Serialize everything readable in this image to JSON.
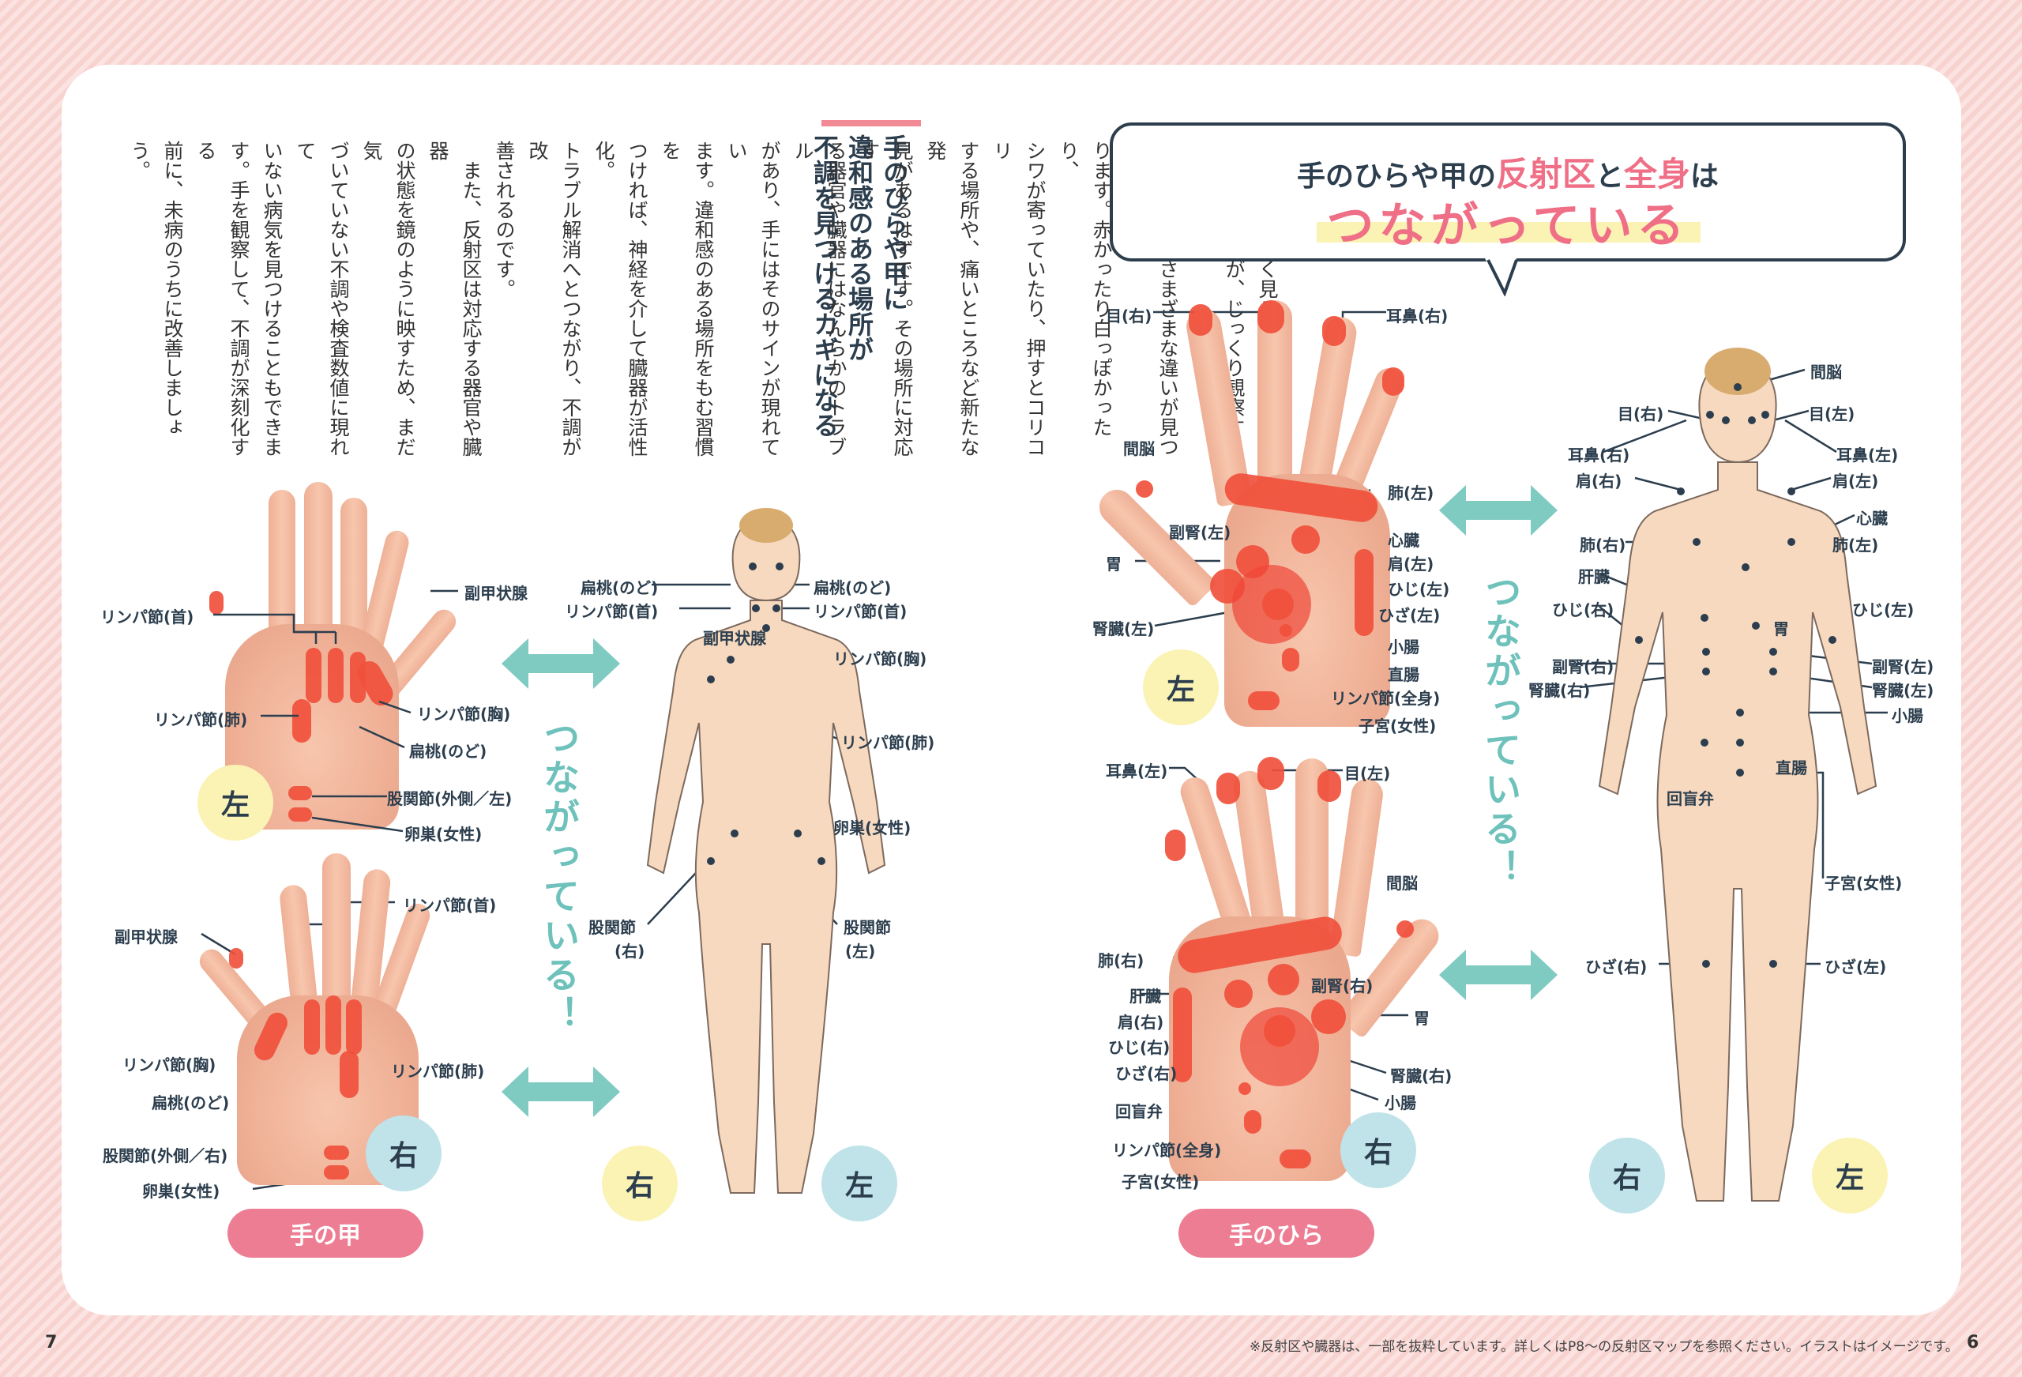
{
  "left_page": {
    "heading": [
      "手のひらや甲に",
      "違和感のある場所が",
      "不調を見つけるカギになる"
    ],
    "body_columns": [
      "普段あまりよく見ることのない手の",
      "ひらや甲ですが、じっくり観察すると、",
      "場所によってさまざまな違いが見つか",
      "ります。赤かったり白っぽかったり、",
      "シワが寄っていたり、押すとコリコリ",
      "する場所や、痛いところなど新たな発",
      "見があるはずです。その場所に対応す",
      "る器官や臓器にはなんらかのトラブル",
      "があり、手にはそのサインが現れてい",
      "ます。違和感のある場所をもむ習慣を",
      "つければ、神経を介して臓器が活性化。",
      "トラブル解消へとつながり、不調が改",
      "善されるのです。",
      "　また、反射区は対応する器官や臓器",
      "の状態を鏡のように映すため、まだ気",
      "づいていない不調や検査数値に現れて",
      "いない病気を見つけることもできま",
      "す。手を観察して、不調が深刻化する",
      "前に、未病のうちに改善しましょう。"
    ],
    "back_left": {
      "labels": [
        "リンパ節(首)",
        "副甲状腺",
        "リンパ節(肺)",
        "リンパ節(胸)",
        "扁桃(のど)",
        "股関節(外側／左)",
        "卵巣(女性)"
      ],
      "badge": "左"
    },
    "back_right": {
      "labels": [
        "リンパ節(首)",
        "副甲状腺",
        "リンパ節(胸)",
        "リンパ節(肺)",
        "扁桃(のど)",
        "股関節(外側／右)",
        "卵巣(女性)"
      ],
      "badge": "右"
    },
    "body_labels": [
      "扁桃(のど)",
      "リンパ節(首)",
      "副甲状腺",
      "扁桃(のど)",
      "リンパ節(首)",
      "リンパ節(胸)",
      "リンパ節(肺)",
      "卵巣(女性)",
      "股関節",
      "(右)",
      "股関節",
      "(左)"
    ],
    "vertical": "つながっている！",
    "body_badges": [
      "右",
      "左"
    ],
    "pill": "手の甲",
    "page_number": "7"
  },
  "right_page": {
    "callout": {
      "line1_a": "手のひらや甲の",
      "line1_b": "反射区",
      "line1_c": "と",
      "line1_d": "全身",
      "line1_e": "は",
      "line2": "つながっている"
    },
    "palm_left": {
      "labels": [
        "目(右)",
        "耳鼻(右)",
        "間脳",
        "肺(左)",
        "副腎(左)",
        "心臓",
        "胃",
        "肩(左)",
        "ひじ(左)",
        "腎臓(左)",
        "ひざ(左)",
        "小腸",
        "直腸",
        "リンパ節(全身)",
        "子宮(女性)"
      ],
      "badge": "左"
    },
    "palm_right": {
      "labels": [
        "耳鼻(左)",
        "目(左)",
        "間脳",
        "肺(右)",
        "肝臓",
        "副腎(右)",
        "胃",
        "肩(右)",
        "ひじ(右)",
        "腎臓(右)",
        "ひざ(右)",
        "小腸",
        "回盲弁",
        "リンパ節(全身)",
        "子宮(女性)"
      ],
      "badge": "右"
    },
    "vertical": "つながっている！",
    "body_labels": [
      "間脳",
      "目(右)",
      "目(左)",
      "耳鼻(右)",
      "耳鼻(左)",
      "肩(右)",
      "肩(左)",
      "心臓",
      "肺(右)",
      "肺(左)",
      "肝臓",
      "ひじ(右)",
      "ひじ(左)",
      "胃",
      "副腎(右)",
      "副腎(左)",
      "腎臓(右)",
      "腎臓(左)",
      "小腸",
      "直腸",
      "回盲弁",
      "子宮(女性)",
      "ひざ(右)",
      "ひざ(左)"
    ],
    "body_badges": [
      "右",
      "左"
    ],
    "pill": "手のひら",
    "page_number": "6",
    "footnote": "※反射区や臓器は、一部を抜粋しています。詳しくはP8〜の反射区マップを参照ください。イラストはイメージです。"
  },
  "colors": {
    "pink": "#ef6f86",
    "teal": "#6ec2bb",
    "red": "#f0503c",
    "navy": "#2c3e4e",
    "yellow": "#fbf3b4",
    "blue": "#bfe3e9"
  }
}
